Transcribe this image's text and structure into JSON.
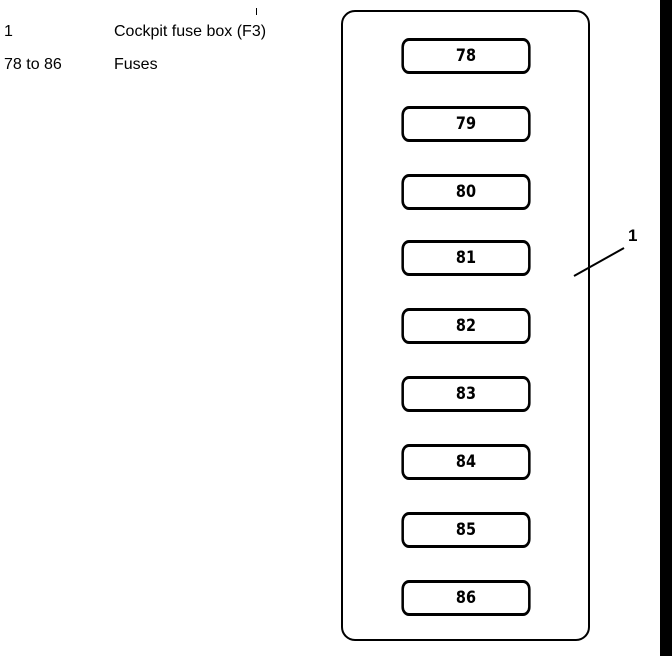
{
  "legend": {
    "items": [
      {
        "key": "1",
        "description": "Cockpit fuse box (F3)"
      },
      {
        "key": "78 to 86",
        "description": "Fuses"
      }
    ]
  },
  "fuse_box": {
    "fuses": [
      "78",
      "79",
      "80",
      "81",
      "82",
      "83",
      "84",
      "85",
      "86"
    ],
    "callout": "1"
  }
}
